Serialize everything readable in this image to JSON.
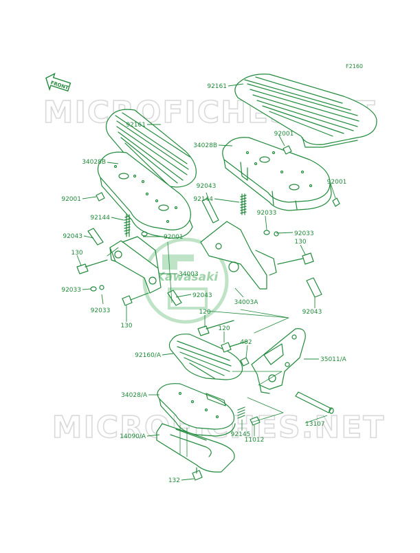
{
  "colors": {
    "ink": "#1f8a3a",
    "watermark": "#d9d9d9",
    "logo": "#bfe3c6"
  },
  "diagram": {
    "code": "F2160",
    "front_label": "FRONT",
    "watermark_text": "MICROFICHES.NET",
    "logo_text": "Kawasaki"
  },
  "parts": [
    {
      "label": "92161"
    },
    {
      "label": "92161"
    },
    {
      "label": "92001"
    },
    {
      "label": "34028B"
    },
    {
      "label": "34028B"
    },
    {
      "label": "92001"
    },
    {
      "label": "92001"
    },
    {
      "label": "92043"
    },
    {
      "label": "92144"
    },
    {
      "label": "92144"
    },
    {
      "label": "92033"
    },
    {
      "label": "92033"
    },
    {
      "label": "92001"
    },
    {
      "label": "92043"
    },
    {
      "label": "130"
    },
    {
      "label": "130"
    },
    {
      "label": "34003"
    },
    {
      "label": "92043"
    },
    {
      "label": "92033"
    },
    {
      "label": "34003A"
    },
    {
      "label": "92033"
    },
    {
      "label": "92043"
    },
    {
      "label": "130"
    },
    {
      "label": "120"
    },
    {
      "label": "120"
    },
    {
      "label": "482"
    },
    {
      "label": "92160/A"
    },
    {
      "label": "35011/A"
    },
    {
      "label": "34028/A"
    },
    {
      "label": "13107"
    },
    {
      "label": "92145"
    },
    {
      "label": "14090/A"
    },
    {
      "label": "11012"
    },
    {
      "label": "132"
    }
  ]
}
